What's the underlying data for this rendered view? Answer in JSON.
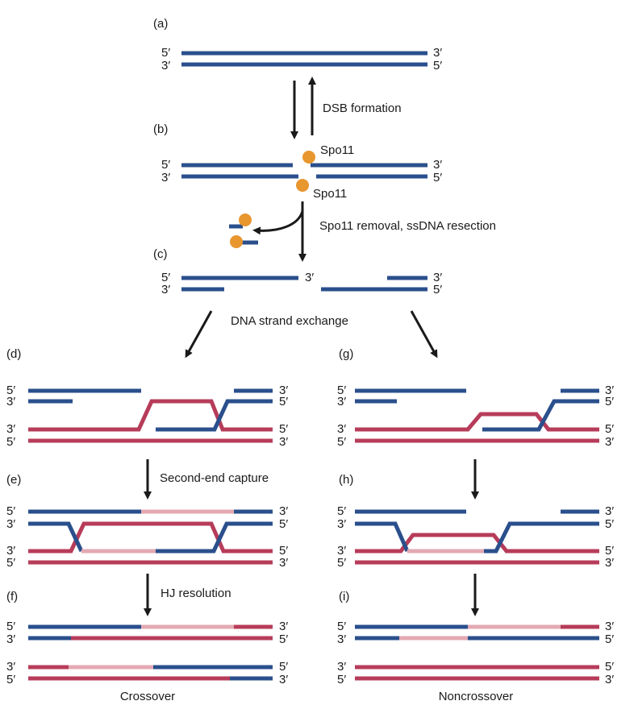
{
  "panels": {
    "a": "(a)",
    "b": "(b)",
    "c": "(c)",
    "d": "(d)",
    "e": "(e)",
    "f": "(f)",
    "g": "(g)",
    "h": "(h)",
    "i": "(i)"
  },
  "ends": {
    "five": "5′",
    "three": "3′"
  },
  "labels": {
    "dsb_formation": "DSB formation",
    "spo11": "Spo11",
    "spo11_removal": "Spo11 removal, ssDNA resection",
    "strand_exchange": "DNA strand exchange",
    "second_end_capture": "Second-end capture",
    "hj_resolution": "HJ resolution",
    "crossover": "Crossover",
    "noncrossover": "Noncrossover"
  },
  "colors": {
    "blue": "#2a4f8c",
    "red": "#b73c5a",
    "pink": "#e3a9b2",
    "orange": "#e8962e",
    "arrow": "#1a1a1a"
  }
}
